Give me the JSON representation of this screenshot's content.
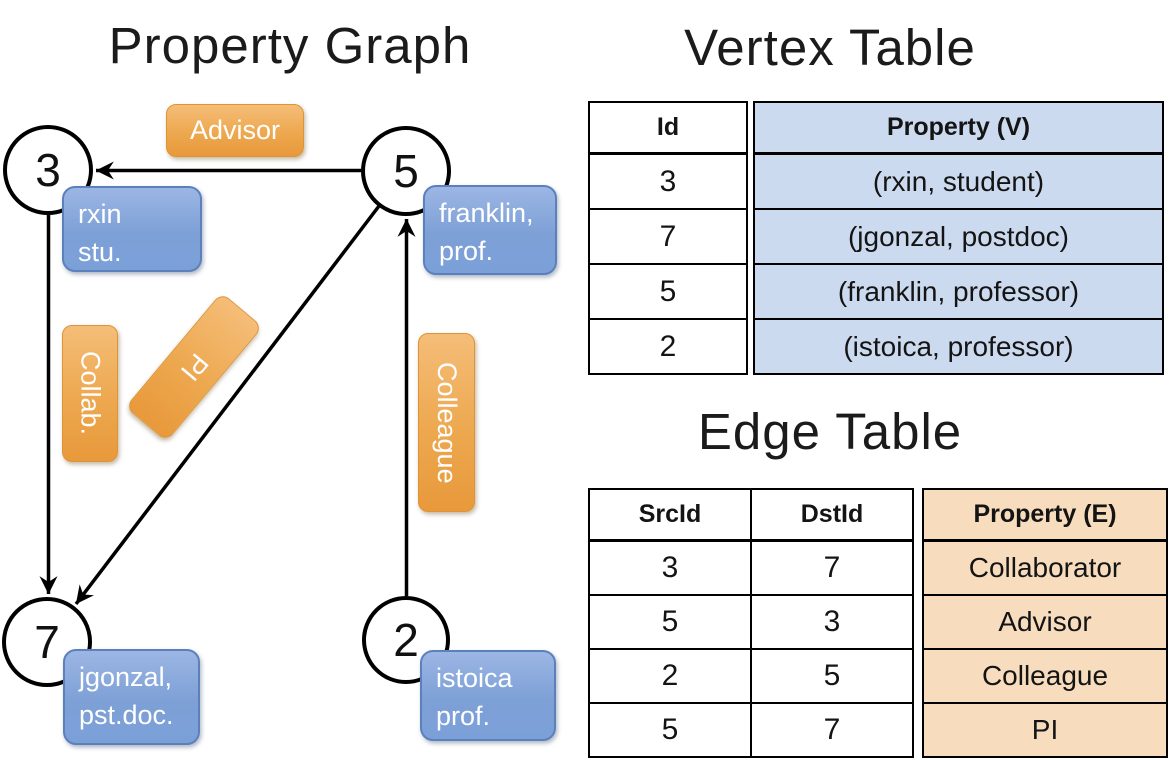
{
  "graph": {
    "title": "Property Graph",
    "nodes": {
      "n3": {
        "id": "3",
        "prop1": "rxin",
        "prop2": "stu."
      },
      "n5": {
        "id": "5",
        "prop1": "franklin,",
        "prop2": "prof."
      },
      "n7": {
        "id": "7",
        "prop1": "jgonzal,",
        "prop2": "pst.doc."
      },
      "n2": {
        "id": "2",
        "prop1": "istoica",
        "prop2": "prof."
      }
    },
    "edge_labels": {
      "advisor": "Advisor",
      "collab": "Collab.",
      "pi": "PI",
      "colleague": "Colleague"
    }
  },
  "vertex_table": {
    "title": "Vertex Table",
    "id_header": "Id",
    "prop_header": "Property (V)",
    "rows": [
      {
        "id": "3",
        "prop": "(rxin, student)"
      },
      {
        "id": "7",
        "prop": "(jgonzal, postdoc)"
      },
      {
        "id": "5",
        "prop": "(franklin, professor)"
      },
      {
        "id": "2",
        "prop": "(istoica, professor)"
      }
    ]
  },
  "edge_table": {
    "title": "Edge Table",
    "src_header": "SrcId",
    "dst_header": "DstId",
    "prop_header": "Property (E)",
    "rows": [
      {
        "src": "3",
        "dst": "7",
        "prop": "Collaborator"
      },
      {
        "src": "5",
        "dst": "3",
        "prop": "Advisor"
      },
      {
        "src": "2",
        "dst": "5",
        "prop": "Colleague"
      },
      {
        "src": "5",
        "dst": "7",
        "prop": "PI"
      }
    ]
  },
  "colors": {
    "edge_label_orange": "#eda84f",
    "vertex_box_blue": "#7da0d6",
    "vertex_table_fill": "#ccdaef",
    "edge_table_fill": "#f7dcbe",
    "line_black": "#000000"
  }
}
